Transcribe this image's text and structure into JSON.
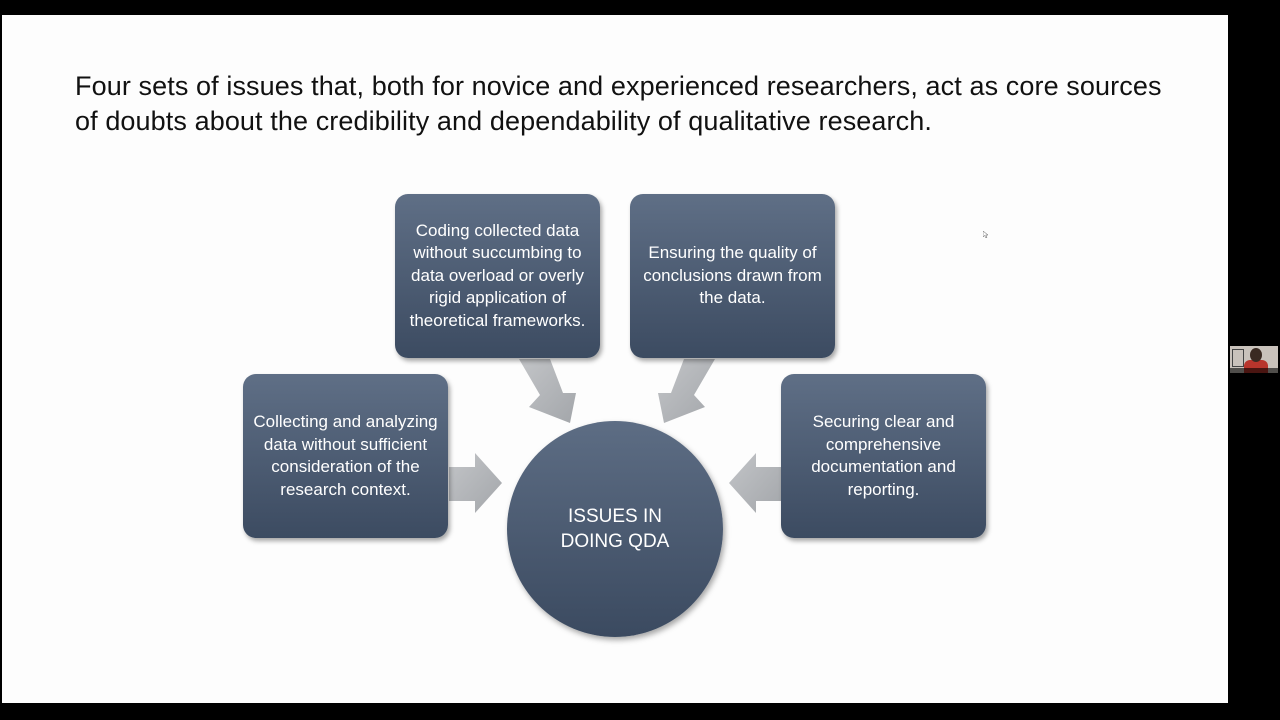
{
  "slide": {
    "title": "Four sets of issues that, both for novice and experienced researchers, act as core sources of doubts about the credibility and dependability of qualitative research.",
    "center": "ISSUES IN DOING QDA",
    "boxes": {
      "top_left": "Coding collected data without succumbing to data overload or overly rigid application of theoretical frameworks.",
      "top_right": "Ensuring the quality of conclusions drawn from the data.",
      "left": "Collecting and analyzing data without sufficient consideration of the research context.",
      "right": "Securing clear and comprehensive documentation and reporting."
    }
  },
  "colors": {
    "box_top": "#5f6f86",
    "box_bottom": "#3c4b61",
    "arrow": "#b3b5b9"
  }
}
